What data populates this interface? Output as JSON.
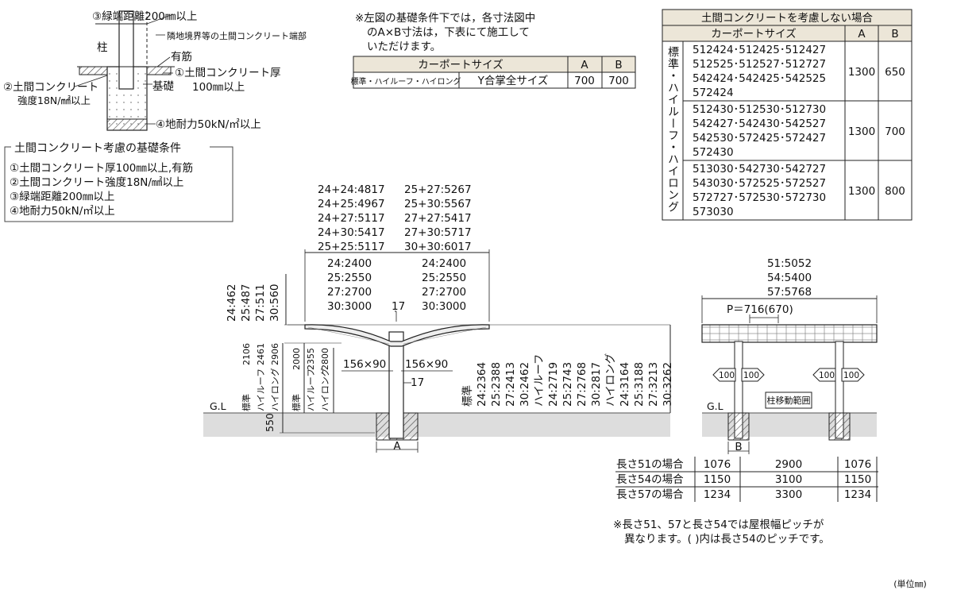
{
  "detail": {
    "edge_distance": "③緑端距離200㎜以上",
    "neighbor_edge": "隣地境界等の土間コンクリート端部",
    "pillar": "柱",
    "rebar": "有筋",
    "item1_line1": "①土間コンクリート厚",
    "item1_line2": "100㎜以上",
    "foundation": "基礎",
    "item2_line1": "②土間コンクリート",
    "item2_line2": "強度18N/㎟以上",
    "item4": "④地耐力50kN/㎡以上"
  },
  "conditions_box": {
    "title": "土間コンクリート考慮の基礎条件",
    "items": [
      "①土間コンクリート厚100㎜以上,有筋",
      "②土間コンクリート強度18N/㎟以上",
      "③緑端距離200㎜以上",
      "④地耐力50kN/㎡以上"
    ]
  },
  "note_top": {
    "lines": [
      "※左図の基礎条件下では，各寸法図中",
      "のA×B寸法は，下表にて施工して",
      "いただけます。"
    ]
  },
  "table_small": {
    "headers": [
      "カーポートサイズ",
      "A",
      "B"
    ],
    "row": [
      "標準・ハイルーフ・ハイロング",
      "Y合掌全サイズ",
      "700",
      "700"
    ]
  },
  "table_right": {
    "title": "土間コンクリートを考慮しない場合",
    "headers": [
      "カーポートサイズ",
      "A",
      "B"
    ],
    "side_label": "標準・ハイルーフ・ハイロング",
    "rows": [
      {
        "sizes": [
          "512424･512425･512427",
          "512525･512527･512727",
          "542424･542425･542525",
          "572424"
        ],
        "a": "1300",
        "b": "650"
      },
      {
        "sizes": [
          "512430･512530･512730",
          "542427･542430･542527",
          "542530･572425･572427",
          "572430"
        ],
        "a": "1300",
        "b": "700"
      },
      {
        "sizes": [
          "513030･542730･542727",
          "543030･572525･572527",
          "572727･572530･572730",
          "573030"
        ],
        "a": "1300",
        "b": "800"
      }
    ]
  },
  "front": {
    "width_totals": [
      "24+24:4817",
      "24+25:4967",
      "24+27:5117",
      "24+30:5417",
      "25+25:5117",
      "25+27:5267",
      "25+30:5567",
      "27+27:5417",
      "27+30:5717",
      "30+30:6017"
    ],
    "half_widths_left": [
      "24:2400",
      "25:2550",
      "27:2700",
      "30:3000"
    ],
    "half_widths_right": [
      "24:2400",
      "25:2550",
      "27:2700",
      "30:3000"
    ],
    "center_gap": "17",
    "beam_left": "156×90",
    "beam_right": "156×90",
    "post_gap": "17",
    "roof_heights": [
      "24:462",
      "25:487",
      "27:511",
      "30:560"
    ],
    "clear_heights_a": [
      "2106",
      "2461",
      "2906"
    ],
    "labels_a": [
      "標準",
      "ハイルーフ",
      "ハイロング"
    ],
    "clear_heights_b": [
      "2000",
      "2355",
      "2800"
    ],
    "labels_b": [
      "標準",
      "ハイルーフ",
      "ハイロング"
    ],
    "total_heights": [
      {
        "group": "標準",
        "values": [
          "24:2364",
          "25:2388",
          "27:2413",
          "30:2462"
        ]
      },
      {
        "group": "ハイルーフ",
        "values": [
          "24:2719",
          "25:2743",
          "27:2768",
          "30:2817"
        ]
      },
      {
        "group": "ハイロング",
        "values": [
          "24:3164",
          "25:3188",
          "27:3213",
          "30:3262"
        ]
      }
    ],
    "gl": "G.L",
    "embed": "550",
    "a_label": "A"
  },
  "side": {
    "lengths": [
      "51:5052",
      "54:5400",
      "57:5768"
    ],
    "pitch": "P＝716(670)",
    "offset_left_1": "100",
    "offset_left_2": "100",
    "offset_right_1": "100",
    "offset_right_2": "100",
    "movable": "柱移動範囲",
    "gl": "G.L",
    "b_label": "B"
  },
  "length_table": {
    "rows": [
      {
        "label": "長さ51の場合",
        "left": "1076",
        "mid": "2900",
        "right": "1076"
      },
      {
        "label": "長さ54の場合",
        "left": "1150",
        "mid": "3100",
        "right": "1150"
      },
      {
        "label": "長さ57の場合",
        "left": "1234",
        "mid": "3300",
        "right": "1234"
      }
    ]
  },
  "note_bottom": [
    "※長さ51、57と長さ54では屋根幅ピッチが",
    "異なります。(  )内は長さ54のピッチです。"
  ],
  "unit": "(単位㎜)"
}
